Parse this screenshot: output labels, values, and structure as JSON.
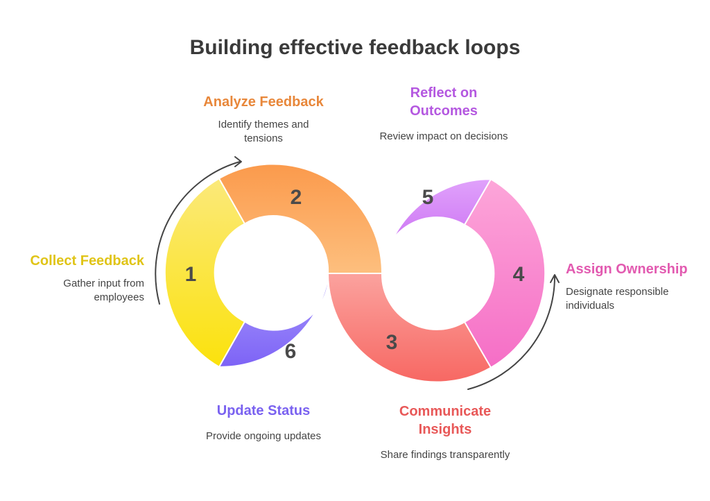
{
  "title": "Building effective feedback loops",
  "steps": [
    {
      "num": "1",
      "heading": "Collect Feedback",
      "desc": "Gather input from employees",
      "color": "#e0c417"
    },
    {
      "num": "2",
      "heading": "Analyze Feedback",
      "desc": "Identify themes and tensions",
      "color": "#e8873a"
    },
    {
      "num": "3",
      "heading": "Communicate Insights",
      "desc": "Share findings transparently",
      "color": "#e85858"
    },
    {
      "num": "4",
      "heading": "Assign Ownership",
      "desc": "Designate responsible individuals",
      "color": "#e25ab0"
    },
    {
      "num": "5",
      "heading": "Reflect on Outcomes",
      "desc": "Review impact on decisions",
      "color": "#b458e0"
    },
    {
      "num": "6",
      "heading": "Update Status",
      "desc": "Provide ongoing updates",
      "color": "#7a62f0"
    }
  ]
}
